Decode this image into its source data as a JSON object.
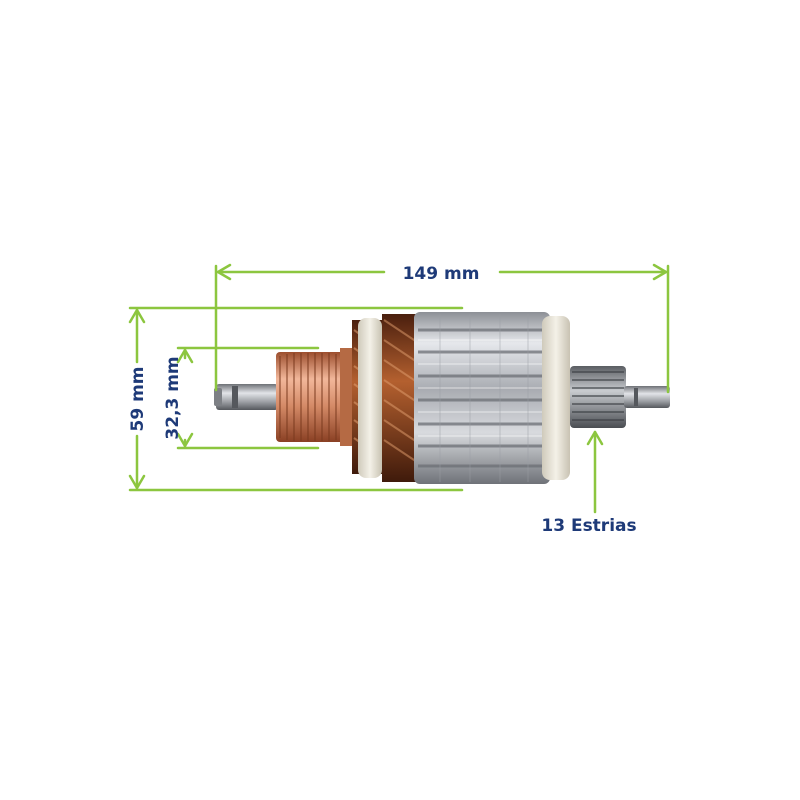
{
  "dimensions": {
    "length_label": "149 mm",
    "outer_diameter_label": "59 mm",
    "commutator_diameter_label": "32,3 mm",
    "splines_label": "13 Estrias"
  },
  "colors": {
    "dimension_line": "#8cc63f",
    "label_text": "#1e3a78",
    "copper": "#c97a55",
    "steel": "#b9bcc2",
    "insulator": "#eae6da",
    "winding": "#7a3a1c"
  }
}
